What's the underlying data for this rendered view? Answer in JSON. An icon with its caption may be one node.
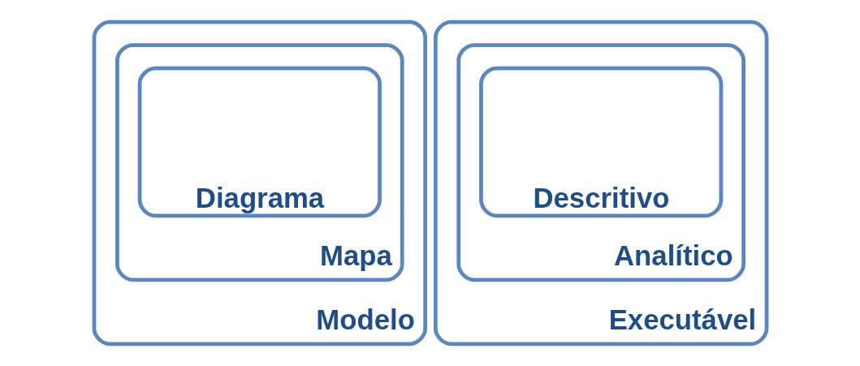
{
  "diagram": {
    "nodes": [
      {
        "text": [
          "Modelo"
        ]
      },
      {
        "text": [
          "Mapa"
        ],
        "in": 0
      },
      {
        "text": [
          "Diagrama"
        ],
        "in": 1
      },
      {
        "text": [
          "Executável"
        ]
      },
      {
        "text": [
          "Analítico"
        ],
        "in": 3
      },
      {
        "text": [
          "Descritivo"
        ],
        "in": 4
      }
    ],
    "edges": []
  }
}
